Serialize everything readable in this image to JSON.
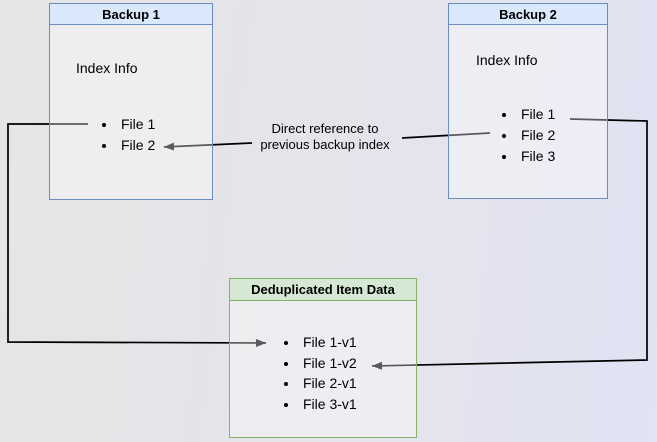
{
  "diagram": {
    "type": "backup-deduplication-diagram",
    "colors": {
      "background_left": "#e7e5e4",
      "background_right": "#e2e3f3",
      "blue_header_fill": "#dae8fc",
      "blue_border": "#6c8ebf",
      "green_header_fill": "#d5e8d4",
      "green_border": "#82b366",
      "arrow": "#000000",
      "text": "#000000"
    },
    "backup1": {
      "title": "Backup 1",
      "subtitle": "Index Info",
      "files": [
        "File 1",
        "File 2"
      ]
    },
    "backup2": {
      "title": "Backup 2",
      "subtitle": "Index Info",
      "files": [
        "File 1",
        "File 2",
        "File 3"
      ]
    },
    "dedup": {
      "title": "Deduplicated Item Data",
      "files": [
        "File 1-v1",
        "File 1-v2",
        "File 2-v1",
        "File 3-v1"
      ]
    },
    "edge_label": {
      "line1": "Direct reference to",
      "line2": "previous backup index"
    },
    "connections": [
      "Backup 1 / File 1 -> Deduplicated Item Data / File 1-v1",
      "Backup 2 / File 1 -> Deduplicated Item Data / File 1-v2",
      "Backup 2 / File 2 -> Backup 1 / File 2 (direct reference to previous backup index)"
    ]
  }
}
